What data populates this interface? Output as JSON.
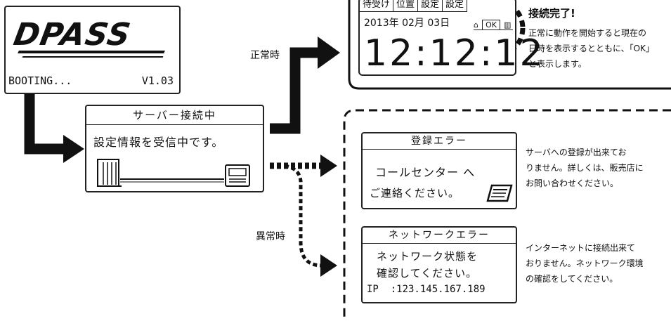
{
  "boot_screen": {
    "logo": "DPASS",
    "status": "BOOTING...",
    "version": "V1.03"
  },
  "server_screen": {
    "title": "サーバー接続中",
    "message": "設定情報を受信中です。"
  },
  "normal_label": "正常時",
  "abnormal_label": "異常時",
  "success_screen": {
    "tabs": [
      "待受け",
      "位置",
      "設定",
      "設定"
    ],
    "date": "2013年 02月 03日",
    "ok_text": "OK",
    "time": "12:12:12",
    "heading": "接続完了!",
    "description_lines": [
      "正常に動作を開始すると現在の",
      "日時を表示するとともに、「OK」",
      "と表示します。"
    ]
  },
  "registration_error": {
    "title": "登録エラー",
    "line1": "コールセンター へ",
    "line2": "ご連絡ください。",
    "description_lines": [
      "サーバへの登録が出来てお",
      "りません。詳しくは、販売店に",
      "お問い合わせください。"
    ]
  },
  "network_error": {
    "title": "ネットワークエラー",
    "line1": "ネットワーク状態を",
    "line2": "確認してください。",
    "ip": "IP  :123.145.167.189",
    "description_lines": [
      "インターネットに接続出来て",
      "おりません。ネットワーク環境",
      "の確認をしてください。"
    ]
  }
}
